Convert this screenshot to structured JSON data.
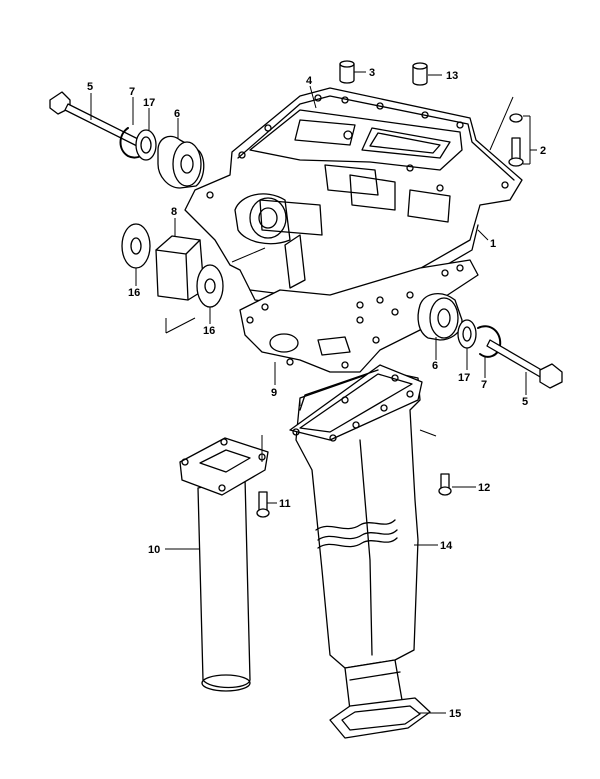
{
  "callouts": {
    "p1": "1",
    "p2": "2",
    "p3": "3",
    "p4": "4",
    "p5_left": "5",
    "p5_right": "5",
    "p6_left": "6",
    "p6_right": "6",
    "p7_left": "7",
    "p7_right": "7",
    "p8": "8",
    "p9": "9",
    "p10": "10",
    "p11": "11",
    "p12": "12",
    "p13": "13",
    "p14": "14",
    "p15": "15",
    "p16_left": "16",
    "p16_right": "16",
    "p17_left": "17",
    "p17_right": "17"
  }
}
